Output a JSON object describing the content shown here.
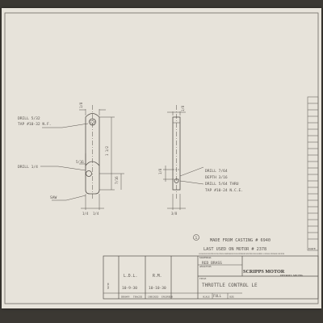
{
  "notes": {
    "drill_top_1": "DRILL 5/32",
    "drill_top_2": "TAP #10-32 N.F.",
    "drill_left": "DRILL 1/4",
    "saw": "SAW",
    "drill_right_1": "DRILL 7/64",
    "drill_right_2": "DEPTH 3/16",
    "drill_right_3": "DRILL 5/64 THRU",
    "drill_right_4": "TAP #10-24 N.C.E.",
    "callout_num": "1",
    "made_from": "MADE FROM CASTING # 6940",
    "last_used": "LAST USED ON MOTOR # 2378"
  },
  "title_block": {
    "company": "SCRIPPS MOTOR",
    "city": "DETROIT, MICHIG",
    "material_label": "MATERIAL",
    "material": "RED BRASS",
    "analysis_label": "ANALYSIS",
    "title_label": "TITLE",
    "title": "THROTTLE CONTROL LE",
    "drawn_by": "L.D.L.",
    "checked_by": "R.M.",
    "drawn_date": "10-9-30",
    "checked_date": "10-10-30",
    "row_labels": [
      "DRAWN",
      "TRACED",
      "CHECKED",
      "ENGINEER",
      "SCALE",
      "SIZE"
    ],
    "scale": "FULL",
    "tolerance_note": "ALLOWABLE VARIATION ON FRACTIONAL DIMENSIONS UNLESS OTHERWISE SPECIFIED PLUS OR MINUS .01 UNLESS OTHERWISE SPECIFIED",
    "side_label_1": "NOTE",
    "side_label_2": "DATE"
  }
}
